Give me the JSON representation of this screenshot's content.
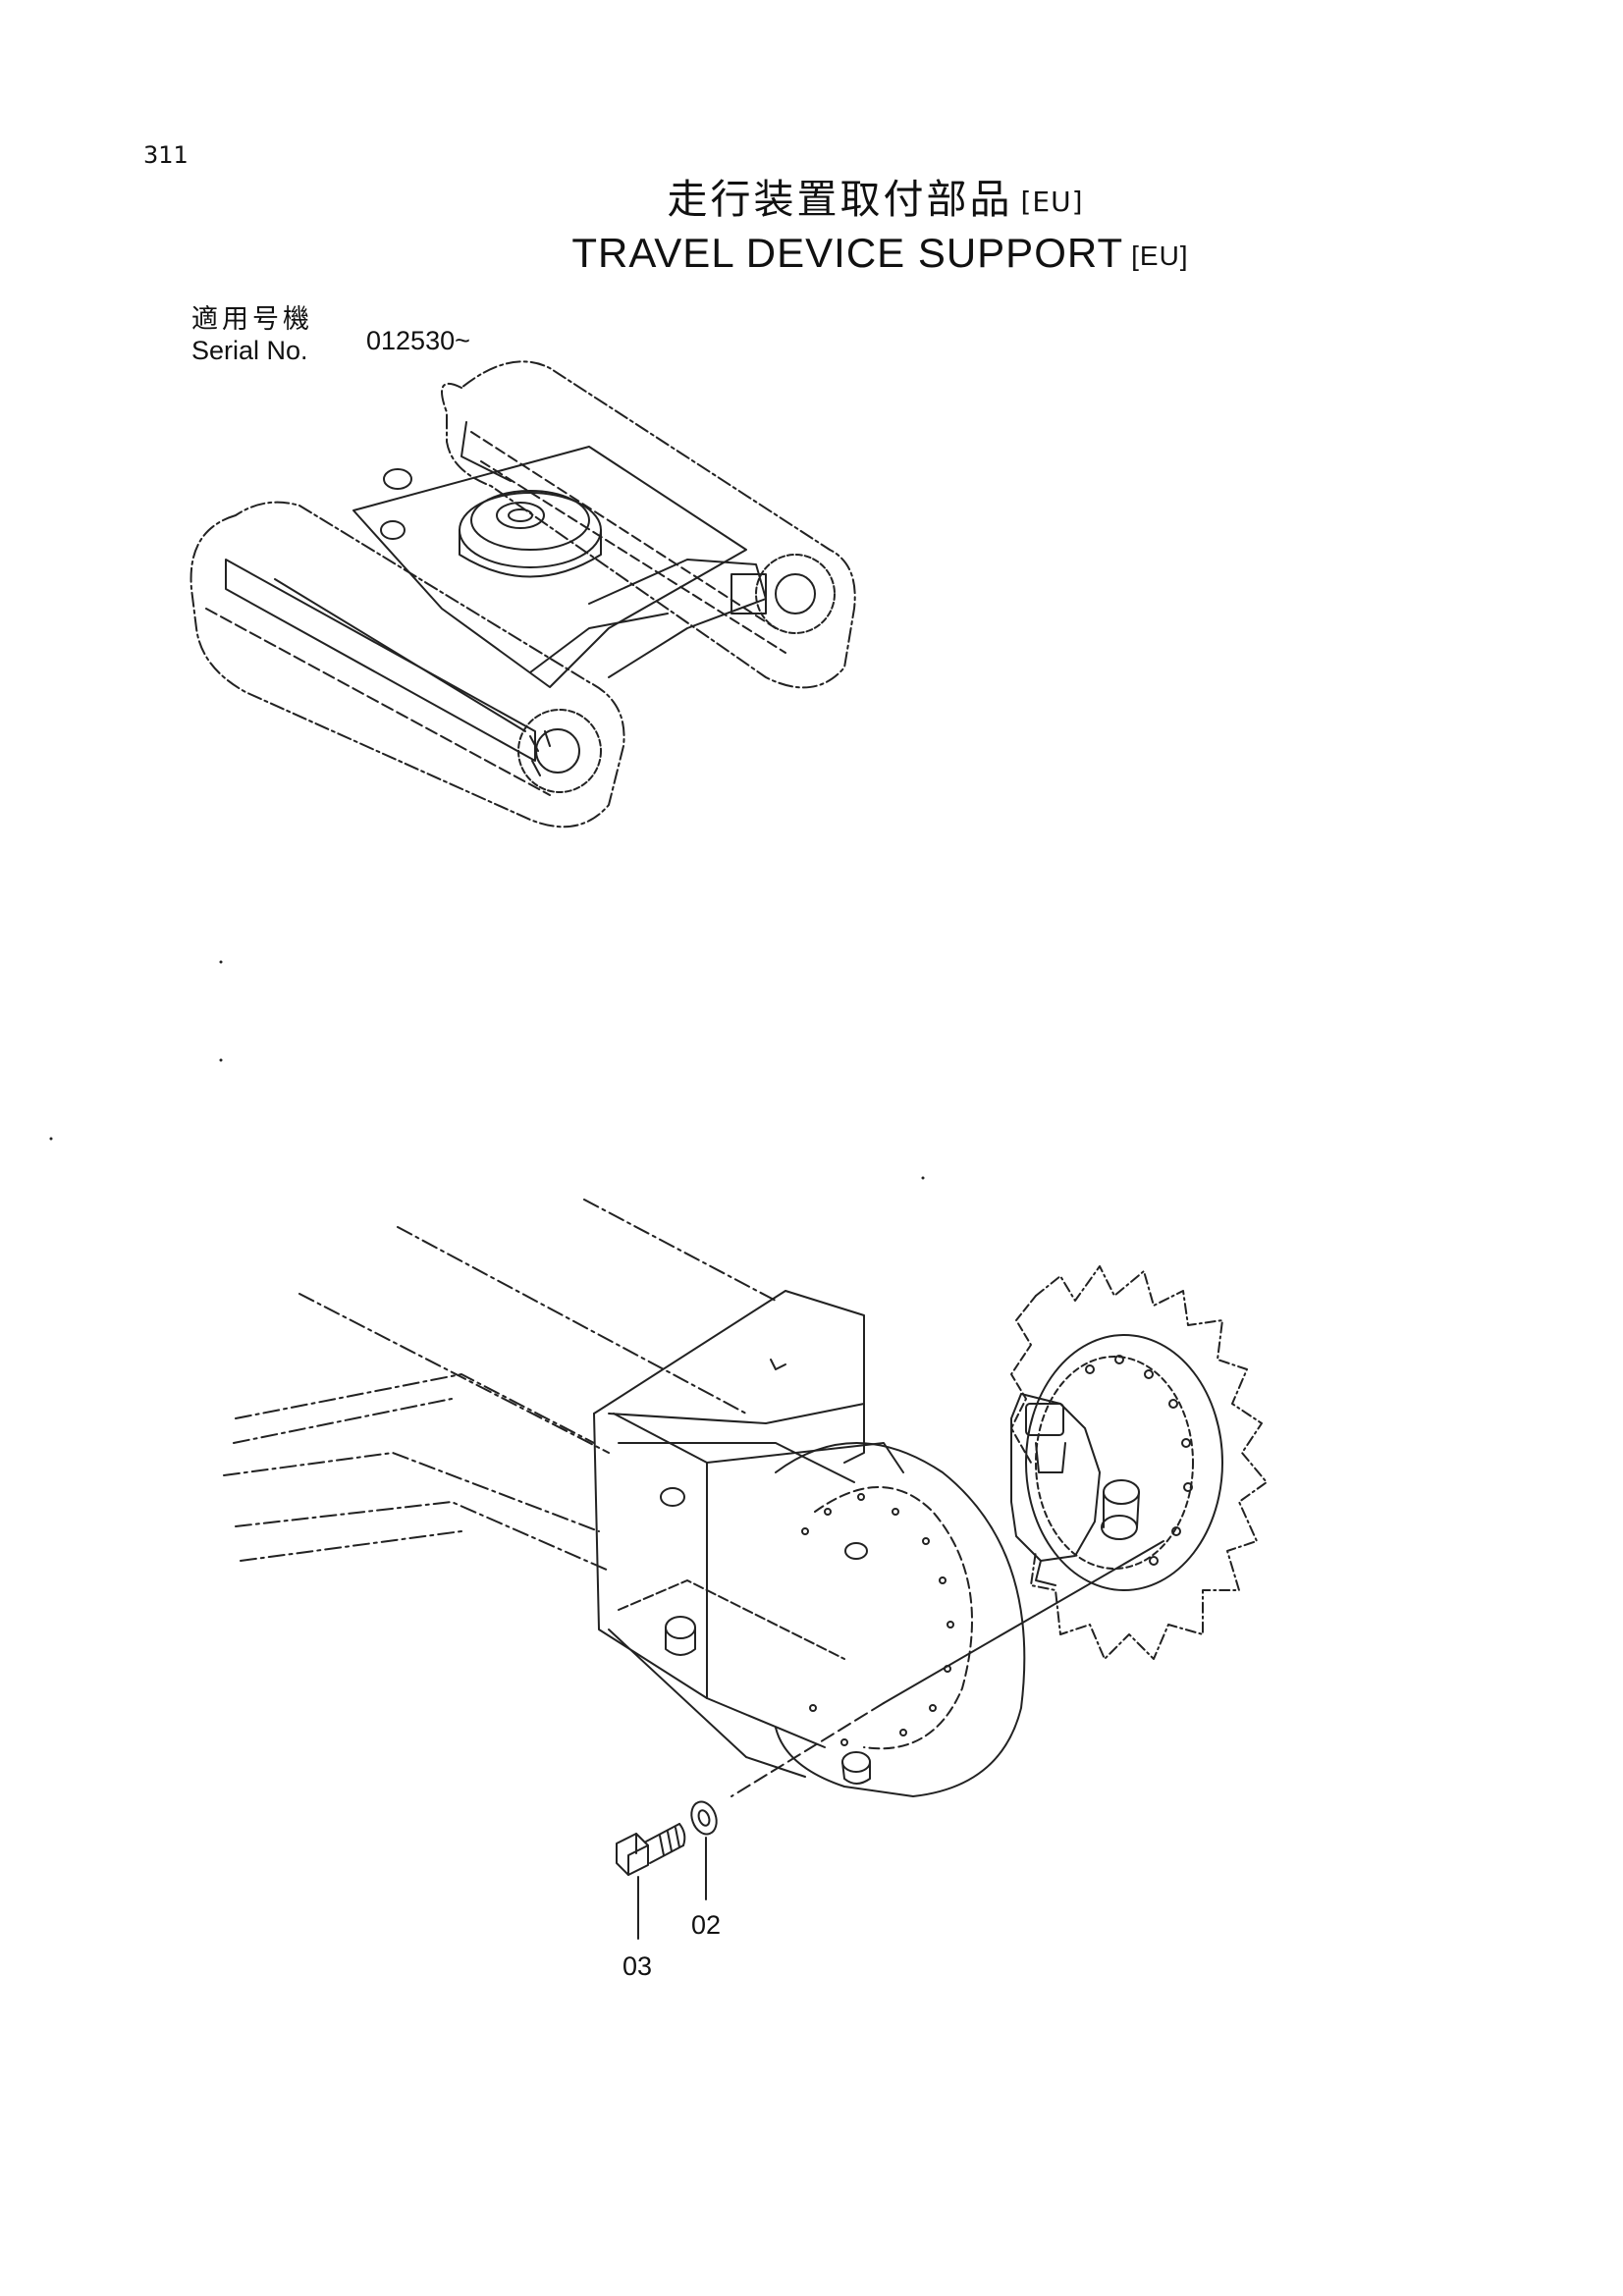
{
  "page": {
    "number": "311"
  },
  "title": {
    "japanese": "走行装置取付部品",
    "japanese_tag": "[EU]",
    "english": "TRAVEL DEVICE SUPPORT",
    "english_tag": "[EU]"
  },
  "serial": {
    "label_jp": "適用号機",
    "label_en": "Serial No.",
    "value": "012530~"
  },
  "callouts": [
    {
      "id": "02",
      "label": "02"
    },
    {
      "id": "03",
      "label": "03"
    }
  ]
}
